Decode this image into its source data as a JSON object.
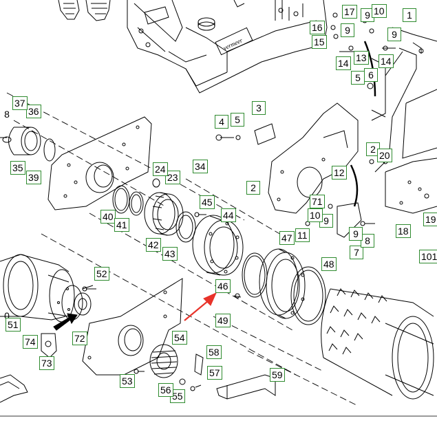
{
  "diagram": {
    "type": "exploded parts diagram",
    "callout_border_color": "#2e8a2e",
    "arrow_color": "#e8332a",
    "line_color": "#000000"
  },
  "callouts": [
    {
      "id": "c1",
      "label": "1"
    },
    {
      "id": "c2a",
      "label": "2"
    },
    {
      "id": "c2b",
      "label": "2"
    },
    {
      "id": "c3",
      "label": "3"
    },
    {
      "id": "c4",
      "label": "4"
    },
    {
      "id": "c5a",
      "label": "5"
    },
    {
      "id": "c5b",
      "label": "5"
    },
    {
      "id": "c6",
      "label": "6"
    },
    {
      "id": "c7",
      "label": "7"
    },
    {
      "id": "c8",
      "label": "8"
    },
    {
      "id": "c9a",
      "label": "9"
    },
    {
      "id": "c9b",
      "label": "9"
    },
    {
      "id": "c9c",
      "label": "9"
    },
    {
      "id": "c9d",
      "label": "9"
    },
    {
      "id": "c9e",
      "label": "9"
    },
    {
      "id": "c10a",
      "label": "10"
    },
    {
      "id": "c10b",
      "label": "10"
    },
    {
      "id": "c101",
      "label": "101"
    },
    {
      "id": "c11",
      "label": "11"
    },
    {
      "id": "c12",
      "label": "12"
    },
    {
      "id": "c13",
      "label": "13"
    },
    {
      "id": "c14a",
      "label": "14"
    },
    {
      "id": "c14b",
      "label": "14"
    },
    {
      "id": "c15",
      "label": "15"
    },
    {
      "id": "c16",
      "label": "16"
    },
    {
      "id": "c17",
      "label": "17"
    },
    {
      "id": "c18",
      "label": "18"
    },
    {
      "id": "c19",
      "label": "19"
    },
    {
      "id": "c20",
      "label": "20"
    },
    {
      "id": "c23",
      "label": "23"
    },
    {
      "id": "c24",
      "label": "24"
    },
    {
      "id": "c34",
      "label": "34"
    },
    {
      "id": "c35",
      "label": "35"
    },
    {
      "id": "c36",
      "label": "36"
    },
    {
      "id": "c37",
      "label": "37"
    },
    {
      "id": "c38",
      "label": "8"
    },
    {
      "id": "c39",
      "label": "39"
    },
    {
      "id": "c40",
      "label": "40"
    },
    {
      "id": "c41",
      "label": "41"
    },
    {
      "id": "c42",
      "label": "42"
    },
    {
      "id": "c43",
      "label": "43"
    },
    {
      "id": "c44",
      "label": "44"
    },
    {
      "id": "c45",
      "label": "45"
    },
    {
      "id": "c46",
      "label": "46"
    },
    {
      "id": "c47",
      "label": "47"
    },
    {
      "id": "c48",
      "label": "48"
    },
    {
      "id": "c49",
      "label": "49"
    },
    {
      "id": "c50",
      "label": "0"
    },
    {
      "id": "c51",
      "label": "51"
    },
    {
      "id": "c52",
      "label": "52"
    },
    {
      "id": "c53",
      "label": "53"
    },
    {
      "id": "c54",
      "label": "54"
    },
    {
      "id": "c55",
      "label": "55"
    },
    {
      "id": "c56",
      "label": "56"
    },
    {
      "id": "c57",
      "label": "57"
    },
    {
      "id": "c58",
      "label": "58"
    },
    {
      "id": "c59",
      "label": "59"
    },
    {
      "id": "c71",
      "label": "71"
    },
    {
      "id": "c72",
      "label": "72"
    },
    {
      "id": "c73",
      "label": "73"
    },
    {
      "id": "c74",
      "label": "74"
    }
  ]
}
